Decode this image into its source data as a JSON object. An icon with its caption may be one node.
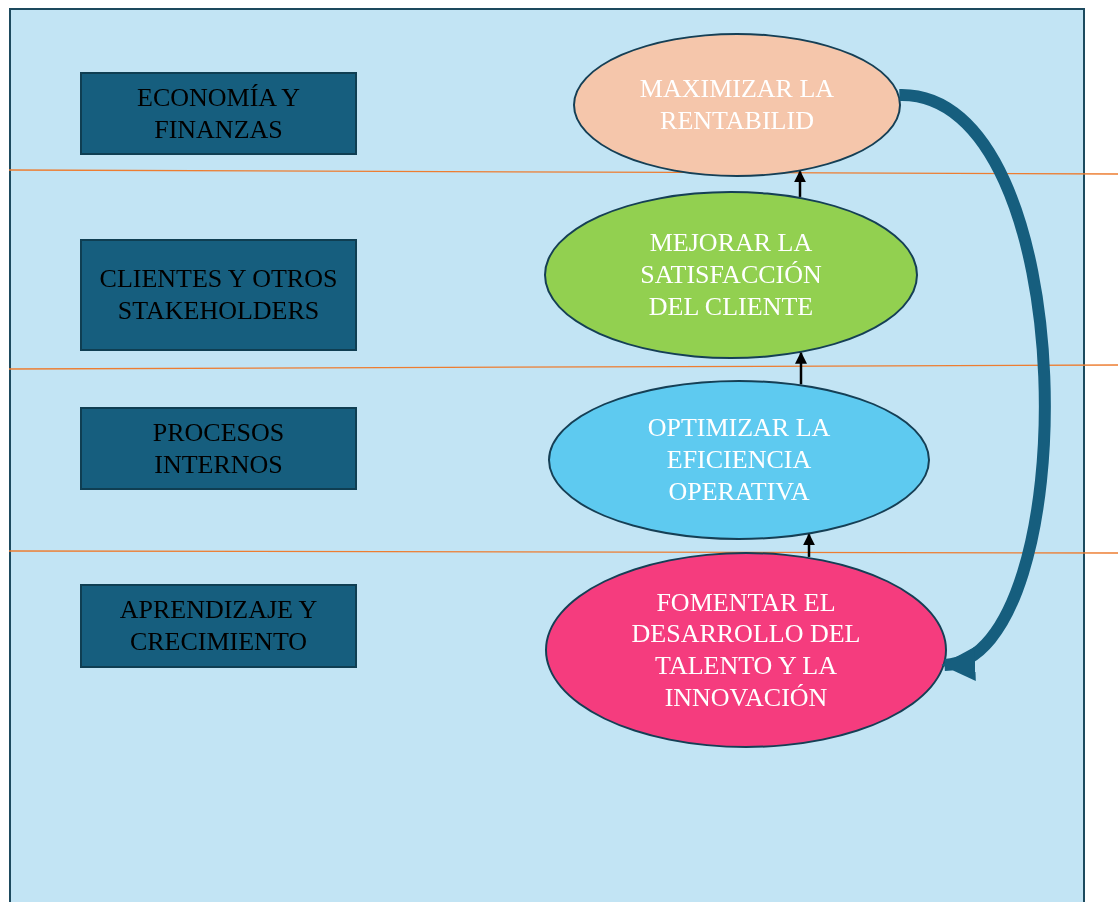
{
  "diagram": {
    "nodes": [
      {
        "text": [
          "ECONOMÍA Y FINANZAS"
        ]
      },
      {
        "text": [
          "MAXIMIZAR LA RENTABILID"
        ]
      },
      {
        "text": [
          "CLIENTES Y OTROS STAKEHOLDERS"
        ]
      },
      {
        "text": [
          "MEJORAR LA SATISFACCIÓN DEL CLIENTE"
        ]
      },
      {
        "text": [
          "PROCESOS INTERNOS"
        ]
      },
      {
        "text": [
          "OPTIMIZAR LA EFICIENCIA OPERATIVA"
        ]
      },
      {
        "text": [
          "APRENDIZAJE Y CRECIMIENTO"
        ]
      },
      {
        "text": [
          "FOMENTAR EL DESARROLLO DEL TALENTO Y LA INNOVACIÓN"
        ]
      }
    ],
    "edges": [
      {
        "from": 3,
        "to": 1,
        "arrow": "to"
      },
      {
        "from": 5,
        "to": 3,
        "arrow": "to"
      },
      {
        "from": 7,
        "to": 5,
        "arrow": "to"
      },
      {
        "from": 1,
        "to": 7,
        "arrow": "to",
        "style": "thick",
        "color": "#165e7e"
      }
    ]
  }
}
